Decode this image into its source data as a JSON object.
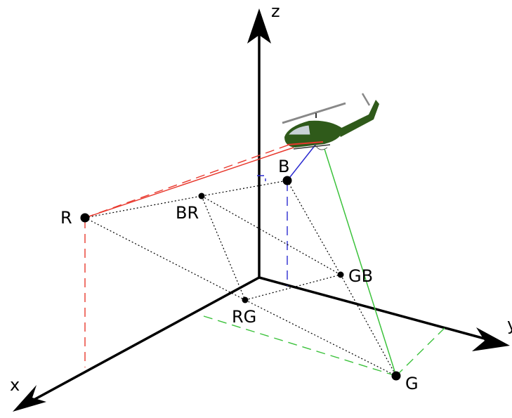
{
  "axes": {
    "x": "x",
    "y": "y",
    "z": "z"
  },
  "points": {
    "R": "R",
    "B": "B",
    "G": "G",
    "BR": "BR",
    "RG": "RG",
    "GB": "GB"
  },
  "icons": {
    "aircraft": "helicopter-icon"
  },
  "colors": {
    "axis": "#000000",
    "red": "#e8392e",
    "blue": "#2a2ad0",
    "green": "#3cc23c",
    "dotted": "#000000",
    "helicopter_body": "#2f5a1a"
  }
}
